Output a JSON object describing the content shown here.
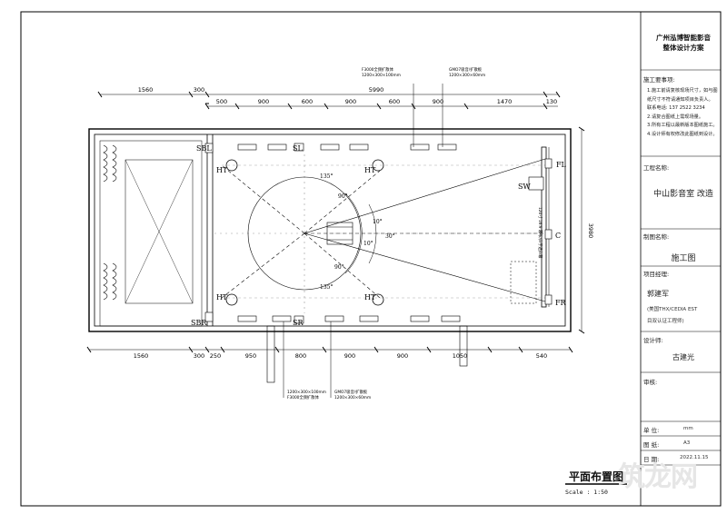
{
  "title_block": {
    "company_line1": "广州泓博智能影音",
    "company_line2": "整体设计方案",
    "notes_label": "施工要事项:",
    "notes": [
      "1.施工前请复核现场尺寸，如与图",
      "纸尺寸不符请通知项目负责人。",
      "联系电话: 137 2522 3234",
      "2.请复合图纸上需现场量。",
      "3.所有工程以最新版本图纸施工。",
      "4.设计师有权修改此图纸到设计。"
    ],
    "project_label": "工程名称:",
    "project_name": "中山影音室 改造",
    "drawing_label": "制图名称:",
    "drawing_name": "施工图",
    "pm_label": "项目经理:",
    "pm_name": "郭建军",
    "pm_cred1": "(美国THX/CEDIA EST",
    "pm_cred2": "目双认证工程师)",
    "designer_label": "设计师:",
    "designer_name": "古建光",
    "review_label": "审核:",
    "unit_label": "单  位:",
    "unit_value": "mm",
    "sheet_label": "图  纸:",
    "sheet_value": "A3",
    "date_label": "日  期:",
    "date_value": "2022.11.15"
  },
  "plan": {
    "title": "平面布置图",
    "scale": "Scale : 1:50",
    "watermark": "筑龙网"
  },
  "dimensions": {
    "top_row1": [
      "1560",
      "300",
      "5990",
      "130"
    ],
    "top_row2": [
      "500",
      "900",
      "600",
      "900",
      "600",
      "900",
      "1470"
    ],
    "bottom_row": [
      "1560",
      "300",
      "250",
      "950",
      "800",
      "900",
      "900",
      "1050",
      "540"
    ],
    "right": "3980"
  },
  "speakers": {
    "sl": "SL",
    "sr": "SR",
    "sbl": "SBL",
    "sbr": "SBR",
    "fl": "FL",
    "fr": "FR",
    "c": "C",
    "sw": "SW",
    "ht": "HT"
  },
  "angles": {
    "a135_top": "135°",
    "a90_top": "90°",
    "a135_bot": "135°",
    "a90_bot": "90°",
    "a10_1": "10°",
    "a10_2": "10°",
    "a30": "30°"
  },
  "callouts": {
    "top_left_1": "F3000全频扩散体",
    "top_left_2": "1200×300×100mm",
    "top_right_1": "GMO7吸音/扩散板",
    "top_right_2": "1200×300×60mm",
    "bottom_left_1": "1200×300×100mm",
    "bottom_left_2": "F3000全频扩散体",
    "bottom_right_1": "GMO7吸音/扩散板",
    "bottom_right_2": "1200×300×60mm",
    "screen_note": "120寸 16:9 幕布/声学透声幕"
  }
}
